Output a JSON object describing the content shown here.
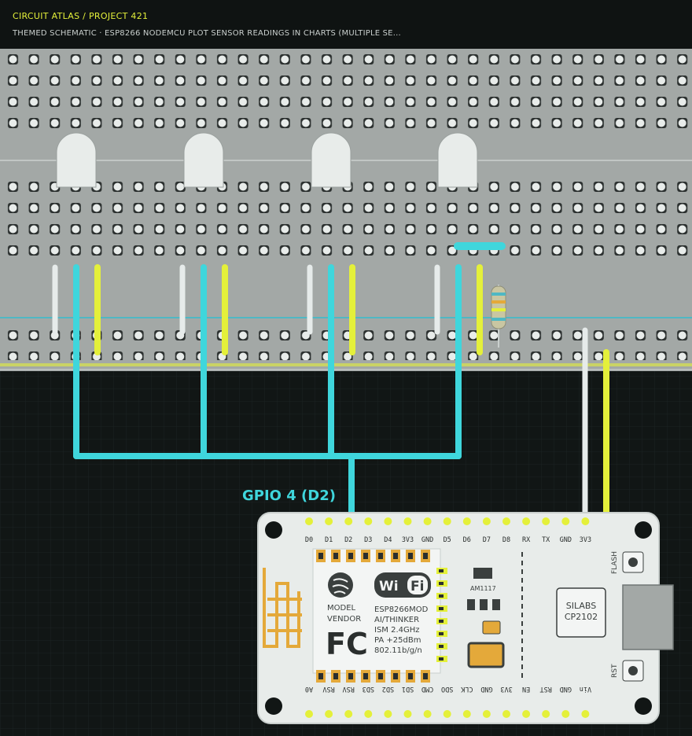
{
  "header": {
    "breadcrumb": "CIRCUIT ATLAS / PROJECT 421",
    "subtitle": "THEMED SCHEMATIC · ESP8266 NODEMCU PLOT SENSOR READINGS IN CHARTS (MULTIPLE SE..."
  },
  "wire_label": "GPIO 4 (D2)",
  "board": {
    "top_pins": [
      "D0",
      "D1",
      "D2",
      "D3",
      "D4",
      "3V3",
      "GND",
      "D5",
      "D6",
      "D7",
      "D8",
      "RX",
      "TX",
      "GND",
      "3V3"
    ],
    "bottom_pins": [
      "A0",
      "RSV",
      "RSV",
      "SD3",
      "SD2",
      "SD1",
      "CMD",
      "SDO",
      "CLK",
      "GND",
      "3V3",
      "EN",
      "RST",
      "GND",
      "Vin"
    ],
    "module_name": "ESP8266MOD",
    "module_vendor": "AI/THINKER",
    "module_band": "ISM 2.4GHz",
    "module_power": "PA +25dBm",
    "module_std": "802.11b/g/n",
    "model_label": "MODEL",
    "vendor_label": "VENDOR",
    "fcc_logo": "FC",
    "wifi_logo": "WiFi",
    "regulator": "AM1117",
    "usb_chip_line1": "SILABS",
    "usb_chip_line2": "CP2102",
    "flash_button": "FLASH",
    "reset_button": "RST"
  },
  "colors": {
    "background": "#111615",
    "breadboard": "#a3a8a6",
    "wire_cyan": "#3fd6dc",
    "wire_yellow": "#e4f03a",
    "wire_white": "#e6ebea",
    "board": "#e8ecea",
    "header_accent": "#e4f03a"
  },
  "icons": [
    "wifi-logo-icon",
    "fcc-logo-icon",
    "espressif-logo-icon",
    "antenna-icon",
    "usb-port-icon"
  ]
}
